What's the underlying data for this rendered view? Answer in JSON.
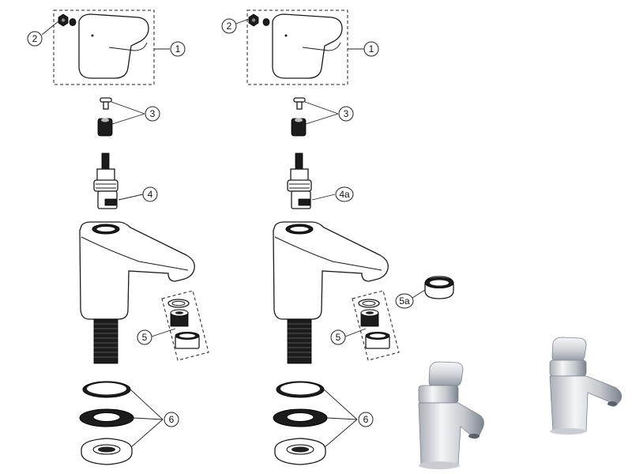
{
  "callouts": {
    "left": {
      "handle": "1",
      "screw_cap": "2",
      "screw_set": "3",
      "cartridge": "4",
      "aerator_set": "5",
      "base_set": "6"
    },
    "right": {
      "handle": "1",
      "screw_cap": "2",
      "screw_set": "3",
      "cartridge": "4a",
      "aerator_set": "5",
      "aerator_extra": "5a",
      "base_set": "6"
    }
  },
  "colors": {
    "line": "#1a1a1a",
    "dark_part": "#1c1c1c",
    "chrome_light": "#e9ebee",
    "chrome_dark": "#8a9099"
  },
  "icons": [
    "tap-handle-icon",
    "cartridge-icon",
    "aerator-icon",
    "washer-icon",
    "chrome-tap-icon"
  ]
}
